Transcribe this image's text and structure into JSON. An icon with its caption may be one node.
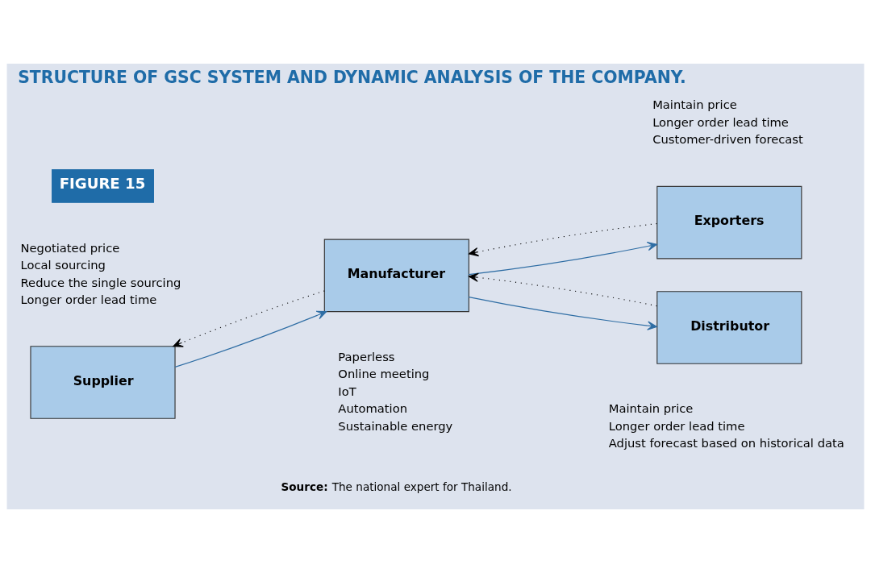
{
  "diagram": {
    "title": "STRUCTURE OF GSC SYSTEM AND DYNAMIC ANALYSIS OF THE COMPANY.",
    "caption": "**Source:** The national expert for Thailand.",
    "nodes": [
      {
        "text": [
          "Supplier"
        ]
      },
      {
        "text": [
          "Manufacturer"
        ],
        "beside": [
          "Paperless",
          "Online meeting",
          "IoT",
          "Automation",
          "Sustainable energy"
        ]
      },
      {
        "text": [
          "Exporters"
        ]
      },
      {
        "text": [
          "Distributor"
        ]
      }
    ],
    "edges": [
      {
        "from": 0,
        "to": 1,
        "arrow": "to"
      },
      {
        "from": 1,
        "to": 2,
        "arrow": "to"
      },
      {
        "from": 1,
        "to": 3,
        "arrow": "to"
      },
      {
        "from": 1,
        "to": 0,
        "arrow": "to",
        "style": "dashed",
        "color": "#000000"
      },
      {
        "from": 2,
        "to": 1,
        "arrow": "to",
        "style": "dashed",
        "color": "#000000"
      },
      {
        "from": 3,
        "to": 1,
        "arrow": "to",
        "style": "dashed",
        "color": "#000000"
      }
    ],
    "labels": [
      "FIGURE 15",
      "Negotiated price",
      "Local sourcing",
      "Reduce the single sourcing",
      "Longer order lead time",
      "Maintain price",
      "Longer order lead time",
      "Customer-driven forecast",
      "Maintain price",
      "Longer order lead time",
      "Adjust forecast based on historical data"
    ]
  }
}
